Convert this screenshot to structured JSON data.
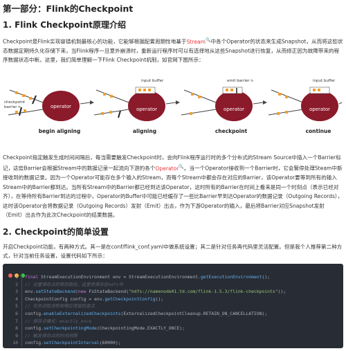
{
  "title": "第一部分：Flink的Checkpoint",
  "section1": {
    "heading": "1. Flink Checkpoint原理介绍",
    "p1": {
      "before": "Checkpoint是Flink实现容错机制最核心的功能，它能够根据配置周期性地基于",
      "link": "Stream",
      "after": "中各个Operator的状态来生成Snapshot，从而将这些状态数据定期持久化存储下来，当Flink程序一旦意外崩溃时，重新运行程序时可以有选择地从这些Snapshot进行恢复，从而修正因为故障带来的程序数据状态中断。这里，我们简单理解一下Flink Checkpoint机制，如官网下图所示："
    },
    "p2": {
      "before": "Checkpoint指定触发生成时间间隔后，每当需要触发Checkpoint时，会向Flink程序运行时的多个分布式的Stream Source中插入一个Barrier标记，这些Barrier会根据Stream中的数据记录一起流向下游的各个",
      "link": "Operator",
      "after": "。当一个Operator接收到一个Barrier时，它会暂停处理Steam中新接收到的数据记录。因为一个Operator可能存在多个输入的Stream，而每个Stream中都会存在对应的Barrier，该Operator要等到所有的输入Stream中的Barrier都到达。当所有Stream中的Barrier都已经到达该Operator，这时所有的Barrier在时间上看来是同一个时刻点（表示已经对齐），在等待所有Barrier到达的过程中，Operator的Buffer中可能已经缓存了一些比Barrier早到达Operator的数据记录（Outgoing Records），这时该Operator会将数据记录（Outgoing Records）发射（Emit）出去，作为下游Operator的输入，最后将Barrier对应Snapshot发射（Emit）出去作为此次Checkpoint的结果数据。"
    }
  },
  "figure": {
    "operator_label": "operator",
    "checkpoint_barrier_label": "checkpoint barrier n",
    "input_buffer_label": "input buffer",
    "emit_barrier_label": "emit barrier n",
    "captions": [
      "begin aligning",
      "aligning",
      "checkpoint",
      "continue"
    ],
    "colors": {
      "operator_fill": "#8b1a2b",
      "record_fill": "#f0a030",
      "barrier": "#222222"
    }
  },
  "section2": {
    "heading": "2. Checkpoint的简单设置",
    "p1": "开启Checkpoint功能，有两种方式。其一是在conf/flink_conf.yaml中做系统设置；其二是针对任务再代码里灵活配置。但是我个人推荐第二种方式，针对当前任务设置，设置代码如下所示："
  },
  "code": {
    "lines": [
      {
        "n": "1",
        "t": [
          [
            "kw",
            "final "
          ],
          [
            "tx",
            "StreamExecutionEnvironment env = StreamExecutionEnvironment."
          ],
          [
            "fn",
            "getExecutionEnvironment"
          ],
          [
            "tx",
            "();"
          ]
        ]
      },
      {
        "n": "2",
        "t": [
          [
            "cm",
            "// 设置保存点的保存路径，这里是保存在hdfs中"
          ]
        ]
      },
      {
        "n": "3",
        "t": [
          [
            "tx",
            "env."
          ],
          [
            "fn",
            "setStateBackend"
          ],
          [
            "tx",
            "("
          ],
          [
            "kw",
            "new "
          ],
          [
            "tx",
            "FsStateBackend("
          ],
          [
            "str",
            "\"hdfs://namenode01.td.com/flink-1.5.3/flink-checkpoints\""
          ],
          [
            "tx",
            "));"
          ]
        ]
      },
      {
        "n": "4",
        "t": [
          [
            "tx",
            "CheckpointConfig config = env."
          ],
          [
            "fn",
            "getCheckpointConfig"
          ],
          [
            "tx",
            "();"
          ]
        ]
      },
      {
        "n": "5",
        "t": [
          [
            "cm",
            "// 任务流取消和故障应保留检查点"
          ]
        ]
      },
      {
        "n": "6",
        "t": [
          [
            "tx",
            "config."
          ],
          [
            "fn",
            "enableExternalizedCheckpoints"
          ],
          [
            "tx",
            "(ExternalizedCheckpointCleanup.RETAIN_ON_CANCELLATION);"
          ]
        ]
      },
      {
        "n": "7",
        "t": [
          [
            "cm",
            "// 保存点模式：exactly_once"
          ]
        ]
      },
      {
        "n": "8",
        "t": [
          [
            "tx",
            "config."
          ],
          [
            "fn",
            "setCheckpointingMode"
          ],
          [
            "tx",
            "(CheckpointingMode.EXACTLY_ONCE);"
          ]
        ]
      },
      {
        "n": "9",
        "t": [
          [
            "cm",
            "// 触发保存点的时间间隔"
          ]
        ]
      },
      {
        "n": "10",
        "t": [
          [
            "tx",
            "config."
          ],
          [
            "fn",
            "setCheckpointInterval"
          ],
          [
            "tx",
            "(60000);"
          ]
        ]
      }
    ]
  }
}
